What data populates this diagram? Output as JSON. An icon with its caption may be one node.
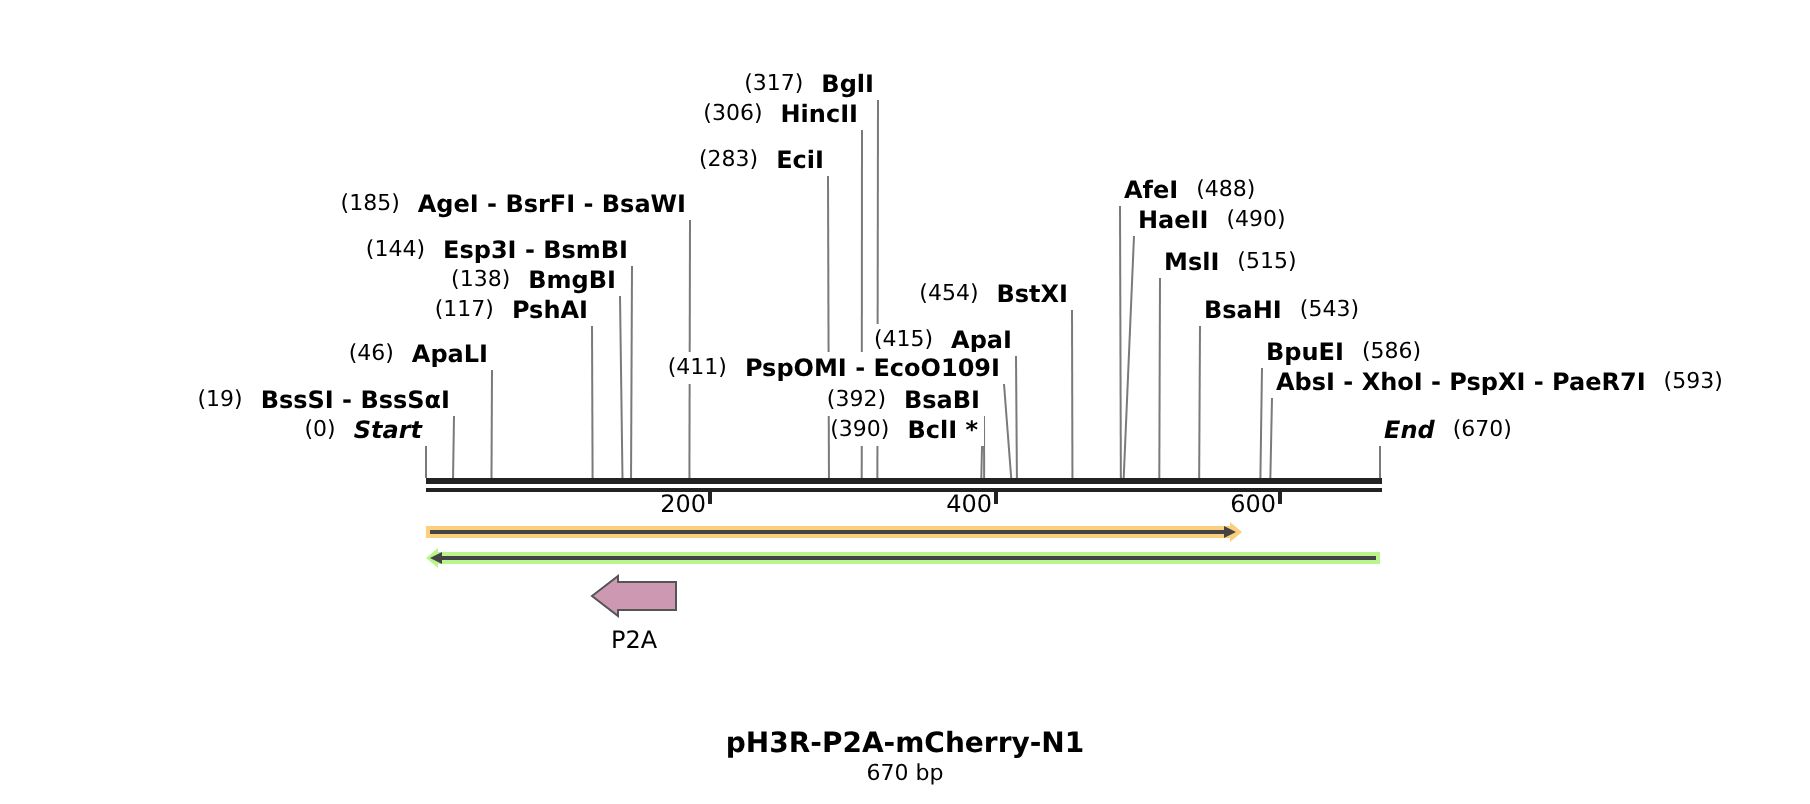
{
  "diagram": {
    "title": "pH3R-P2A-mCherry-N1",
    "caption": "670 bp",
    "nodes": [
      {
        "text": [],
        "shape": "bar"
      },
      {
        "text": [
          "(317)",
          "BglI"
        ]
      },
      {
        "text": [
          "(306)",
          "HincII"
        ]
      },
      {
        "text": [
          "(283)",
          "EciI"
        ]
      },
      {
        "text": [
          "AfeI",
          "(488)"
        ]
      },
      {
        "text": [
          "(185)",
          "AgeI - BsrFI - BsaWI"
        ]
      },
      {
        "text": [
          "HaeII",
          "(490)"
        ]
      },
      {
        "text": [
          "(144)",
          "Esp3I - BsmBI"
        ]
      },
      {
        "text": [
          "MslI",
          "(515)"
        ]
      },
      {
        "text": [
          "(138)",
          "BmgBI"
        ]
      },
      {
        "text": [
          "(454)",
          "BstXI"
        ]
      },
      {
        "text": [
          "(117)",
          "PshAI"
        ]
      },
      {
        "text": [
          "BsaHI",
          "(543)"
        ]
      },
      {
        "text": [
          "(415)",
          "ApaI"
        ]
      },
      {
        "text": [
          "BpuEI",
          "(586)"
        ]
      },
      {
        "text": [
          "(46)",
          "ApaLI"
        ]
      },
      {
        "text": [
          "(411)",
          "PspOMI - EcoO109I"
        ]
      },
      {
        "text": [
          "AbsI - XhoI - PspXI - PaeR7I",
          "(593)"
        ]
      },
      {
        "text": [
          "(19)",
          "BssSI - BssSαI"
        ]
      },
      {
        "text": [
          "(392)",
          "BsaBI"
        ]
      },
      {
        "text": [
          "(0)",
          "Start"
        ]
      },
      {
        "text": [
          "(390)",
          "BclI *"
        ]
      },
      {
        "text": [
          "End",
          "(670)"
        ]
      },
      {
        "text": [
          "P2A"
        ]
      }
    ],
    "edges": [
      {
        "from": 1,
        "to": 0,
        "arrow": "none"
      },
      {
        "from": 2,
        "to": 0,
        "arrow": "none"
      },
      {
        "from": 3,
        "to": 0,
        "arrow": "none"
      },
      {
        "from": 4,
        "to": 0,
        "arrow": "none"
      },
      {
        "from": 5,
        "to": 0,
        "arrow": "none"
      },
      {
        "from": 6,
        "to": 0,
        "arrow": "none"
      },
      {
        "from": 7,
        "to": 0,
        "arrow": "none"
      },
      {
        "from": 8,
        "to": 0,
        "arrow": "none"
      },
      {
        "from": 9,
        "to": 0,
        "arrow": "none"
      },
      {
        "from": 10,
        "to": 0,
        "arrow": "none"
      },
      {
        "from": 11,
        "to": 0,
        "arrow": "none"
      },
      {
        "from": 12,
        "to": 0,
        "arrow": "none"
      },
      {
        "from": 13,
        "to": 0,
        "arrow": "none"
      },
      {
        "from": 14,
        "to": 0,
        "arrow": "none"
      },
      {
        "from": 15,
        "to": 0,
        "arrow": "none"
      },
      {
        "from": 16,
        "to": 0,
        "arrow": "none"
      },
      {
        "from": 17,
        "to": 0,
        "arrow": "none"
      },
      {
        "from": 18,
        "to": 0,
        "arrow": "none"
      },
      {
        "from": 19,
        "to": 0,
        "arrow": "none"
      },
      {
        "from": 20,
        "to": 0,
        "arrow": "none"
      },
      {
        "from": 21,
        "to": 0,
        "arrow": "none"
      },
      {
        "from": 22,
        "to": 0,
        "arrow": "none"
      }
    ],
    "labels": [
      "200",
      "400",
      "600"
    ]
  }
}
